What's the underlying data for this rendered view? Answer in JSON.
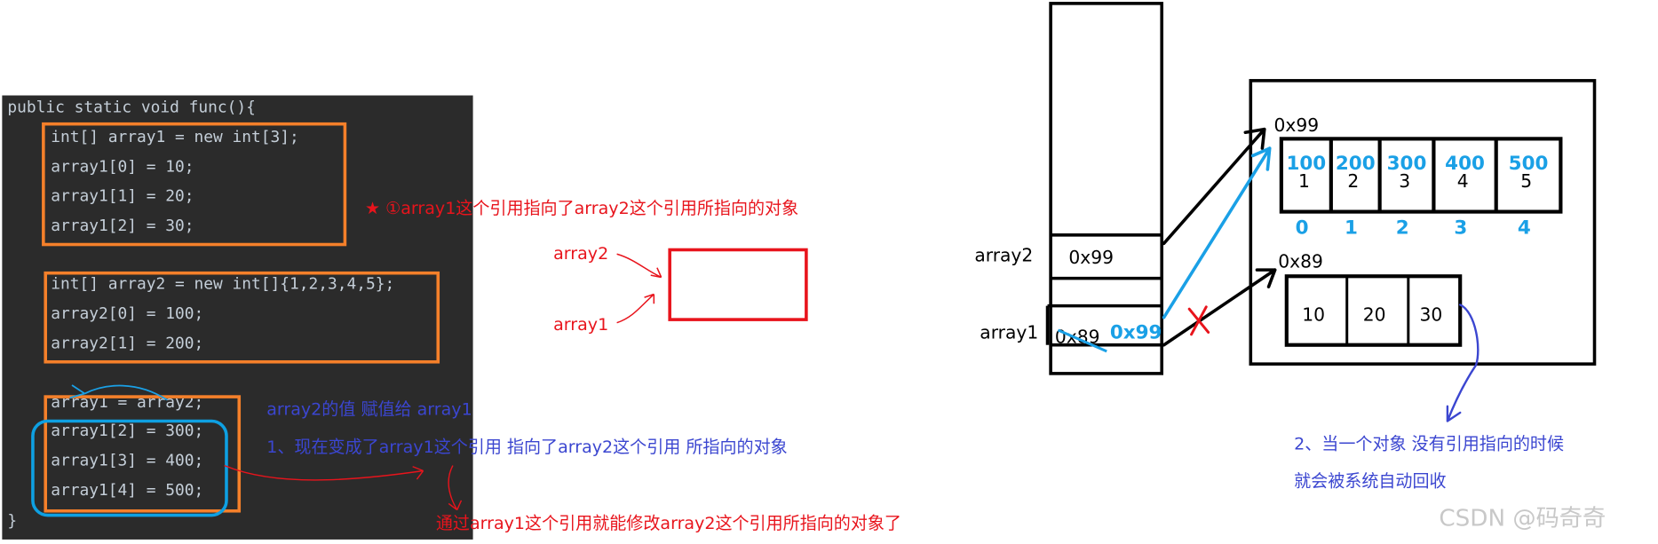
{
  "code": {
    "lines": [
      "public static void func(){",
      "int[] array1 = new int[3];",
      "array1[0] = 10;",
      "array1[1] = 20;",
      "array1[2] = 30;",
      "int[] array2 = new int[]{1,2,3,4,5};",
      "array2[0] = 100;",
      "array2[1] = 200;",
      "array1 = array2;",
      "array1[2] = 300;",
      "array1[3] = 400;",
      "array1[4] = 500;",
      "}"
    ]
  },
  "annotations": {
    "note_star": "★ ①array1这个引用指向了array2这个引用所指向的对象",
    "ref_array2": "array2",
    "ref_array1": "array1",
    "assign_note": "array2的值  赋值给 array1",
    "note_1": "1、现在变成了array1这个引用 指向了array2这个引用 所指向的对象",
    "modify_note": "通过array1这个引用就能修改array2这个引用所指向的对象了",
    "note_2_line1": "2、当一个对象 没有引用指向的时候",
    "note_2_line2": "就会被系统自动回收"
  },
  "stack": {
    "array2_label": "array2",
    "array2_value": "0x99",
    "array1_label": "array1",
    "array1_old_value": "0x89",
    "array1_new_value": "0x99"
  },
  "heap": {
    "array_a": {
      "address": "0x99",
      "new_values": [
        "100",
        "200",
        "300",
        "400",
        "500"
      ],
      "old_values": [
        "1",
        "2",
        "3",
        "4",
        "5"
      ],
      "indices": [
        "0",
        "1",
        "2",
        "3",
        "4"
      ]
    },
    "array_b": {
      "address": "0x89",
      "values": [
        "10",
        "20",
        "30"
      ]
    }
  },
  "watermark": "CSDN @码奇奇",
  "colors": {
    "code_bg": "#2b2b2b",
    "keyword": "#cc7832",
    "identifier": "#a9b7c6",
    "number": "#6897bb",
    "highlight_box": "#f5802a",
    "blue_box": "#0ea0e2",
    "red_note": "#e8141c",
    "purple_note": "#3b46d0"
  }
}
